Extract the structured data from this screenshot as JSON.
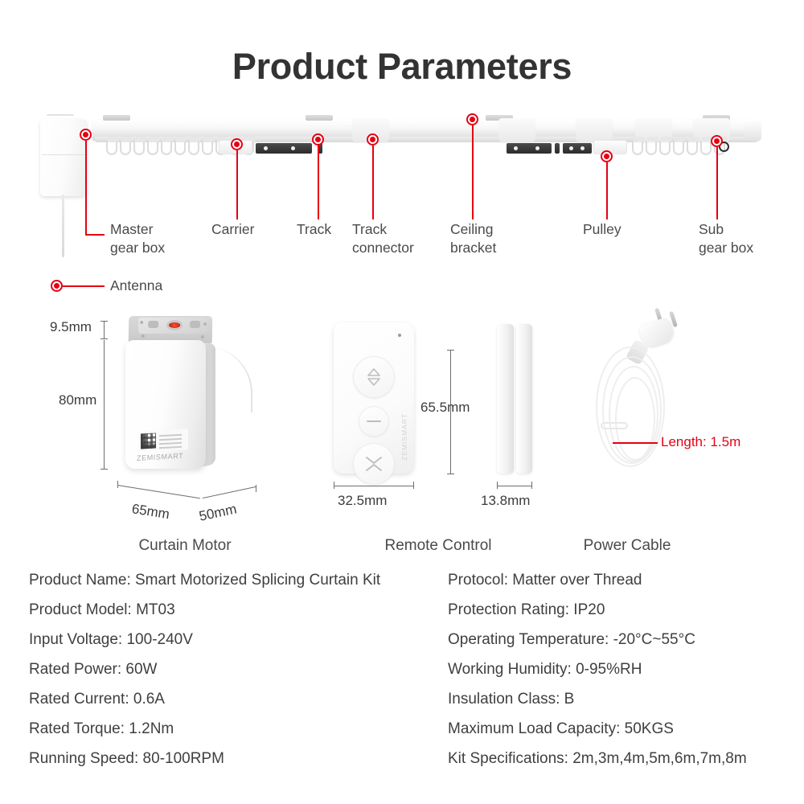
{
  "header": {
    "title": "Product Parameters"
  },
  "accent_color": "#e60012",
  "diagram": {
    "callouts": [
      {
        "id": "master-gear-box",
        "label": "Master\ngear box"
      },
      {
        "id": "carrier",
        "label": "Carrier"
      },
      {
        "id": "track",
        "label": "Track"
      },
      {
        "id": "track-connector",
        "label": "Track\nconnector"
      },
      {
        "id": "ceiling-bracket",
        "label": "Ceiling\nbracket"
      },
      {
        "id": "pulley",
        "label": "Pulley"
      },
      {
        "id": "sub-gear-box",
        "label": "Sub\ngear box"
      },
      {
        "id": "antenna",
        "label": "Antenna"
      }
    ]
  },
  "products": [
    {
      "id": "curtain-motor",
      "caption": "Curtain Motor",
      "brand": "ZEMISMART",
      "dimensions": {
        "cap_height": "9.5mm",
        "body_height": "80mm",
        "width": "65mm",
        "depth": "50mm"
      }
    },
    {
      "id": "remote-control",
      "caption": "Remote Control",
      "brand": "ZEMISMART",
      "dimensions": {
        "width": "32.5mm",
        "height": "65.5mm"
      },
      "buttons": [
        {
          "name": "open-button",
          "icon": "double-chevron-up-down-icon"
        },
        {
          "name": "stop-button",
          "icon": "minus-icon"
        },
        {
          "name": "close-button",
          "icon": "close-arrows-icon"
        }
      ]
    },
    {
      "id": "remote-side-view",
      "dimensions": {
        "width": "13.8mm"
      }
    },
    {
      "id": "power-cable",
      "caption": "Power Cable",
      "note": "Length: 1.5m"
    }
  ],
  "specifications": {
    "left": [
      "Product Name: Smart Motorized Splicing Curtain Kit",
      "Product Model: MT03",
      "Input Voltage: 100-240V",
      "Rated Power: 60W",
      "Rated Current: 0.6A",
      "Rated Torque: 1.2Nm",
      "Running Speed: 80-100RPM"
    ],
    "right": [
      "Protocol: Matter over Thread",
      "Protection Rating: IP20",
      "Operating Temperature: -20°C~55°C",
      "Working Humidity: 0-95%RH",
      "Insulation Class: B",
      "Maximum Load Capacity: 50KGS",
      "Kit Specifications: 2m,3m,4m,5m,6m,7m,8m"
    ]
  }
}
